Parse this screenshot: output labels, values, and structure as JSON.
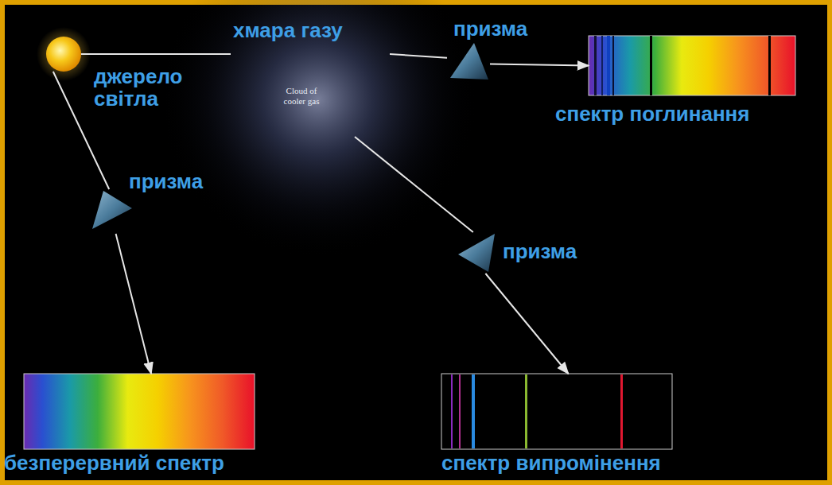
{
  "diagram": {
    "nodes": [
      {
        "text": [
          "джерело світла"
        ]
      },
      {
        "text": [
          "хмара газу",
          "Cloud of cooler gas"
        ]
      },
      {
        "text": [
          "призма"
        ]
      },
      {
        "text": [
          "призма"
        ]
      },
      {
        "text": [
          "призма"
        ]
      },
      {
        "text": [
          "спектр поглинання"
        ]
      },
      {
        "text": [
          "безперервний спектр"
        ]
      },
      {
        "text": [
          "спектр випромінення"
        ]
      }
    ],
    "edges": [
      {
        "from": 0,
        "to": 1,
        "arrow": "none"
      },
      {
        "from": 1,
        "to": 2,
        "arrow": "none"
      },
      {
        "from": 2,
        "to": 5,
        "arrow": "to"
      },
      {
        "from": 0,
        "to": 3,
        "arrow": "none"
      },
      {
        "from": 3,
        "to": 6,
        "arrow": "to"
      },
      {
        "from": 1,
        "to": 4,
        "arrow": "none"
      },
      {
        "from": 4,
        "to": 7,
        "arrow": "to"
      }
    ]
  }
}
